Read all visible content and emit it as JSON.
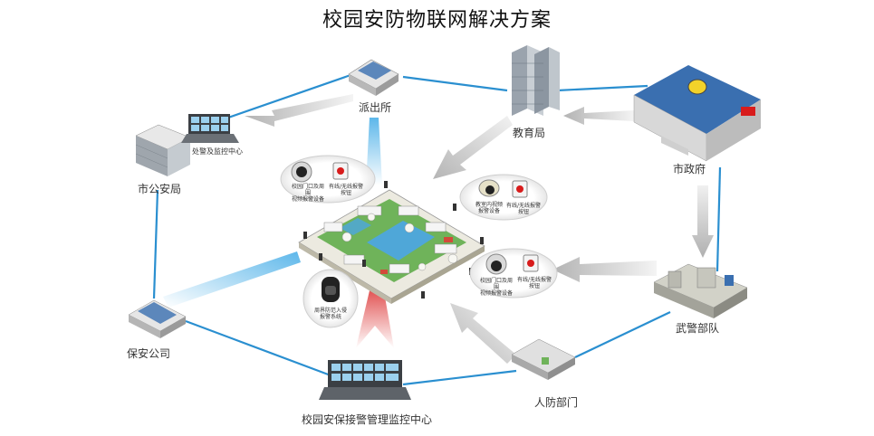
{
  "title": "校园安防物联网解决方案",
  "nodes": {
    "police_station": "派出所",
    "education_bureau": "教育局",
    "city_government": "市政府",
    "public_security_bureau": "市公安局",
    "alarm_center": "处警及监控中心",
    "armed_police": "武警部队",
    "civil_air_defense": "人防部门",
    "security_company": "保安公司",
    "campus_center": "校园安保接警管理监控中心"
  },
  "devices": {
    "gate_camera_1": "校园门口及周围\n视频报警设备",
    "alarm_button_1": "有线/无线报警按钮",
    "classroom_camera": "教室内视频\n报警设备",
    "alarm_button_2": "有线/无线报警按钮",
    "gate_camera_2": "校园门口及周围\n视频报警设备",
    "alarm_button_3": "有线/无线报警按钮",
    "perimeter_detector": "周界防范入侵\n报警系统"
  },
  "colors": {
    "link": "#2a8fd0",
    "arrow_gray": "#c8c8c8",
    "arrow_blue": "#8ecdf0",
    "arrow_red": "#d81c1c",
    "building_blue": "#3a6fb0",
    "grass": "#6fb35a",
    "water": "#4fa7d8"
  }
}
